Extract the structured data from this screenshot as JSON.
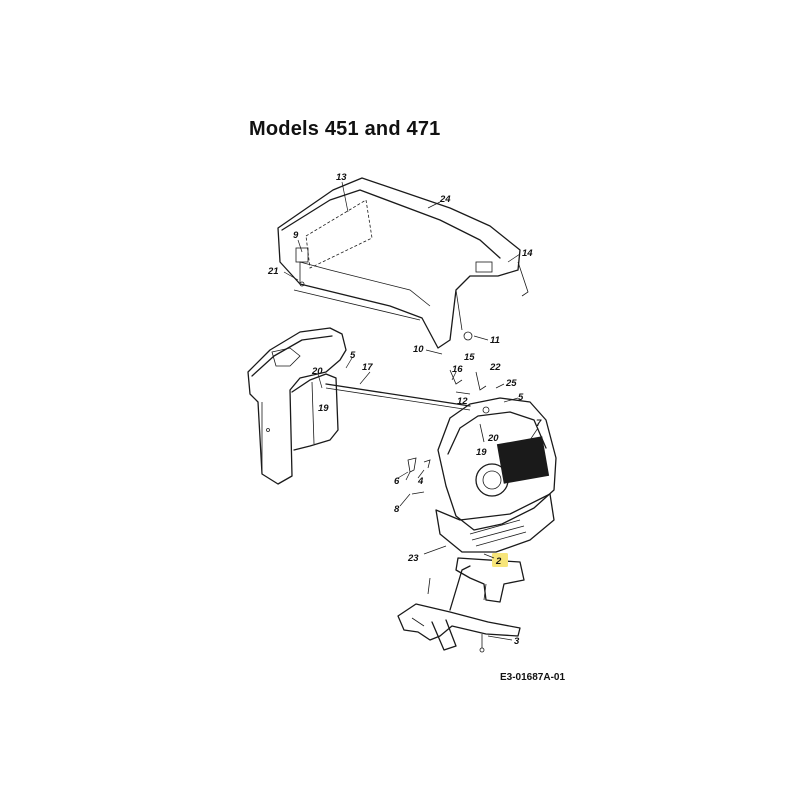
{
  "title": "Models 451 and 471",
  "reference_code": "E3-01687A-01",
  "highlight_color": "#f7e57a",
  "callouts": [
    {
      "id": "c13",
      "label": "13"
    },
    {
      "id": "c24",
      "label": "24"
    },
    {
      "id": "c9",
      "label": "9"
    },
    {
      "id": "c14",
      "label": "14"
    },
    {
      "id": "c21",
      "label": "21"
    },
    {
      "id": "c11",
      "label": "11"
    },
    {
      "id": "c10",
      "label": "10"
    },
    {
      "id": "c15",
      "label": "15"
    },
    {
      "id": "c5a",
      "label": "5"
    },
    {
      "id": "c17",
      "label": "17"
    },
    {
      "id": "c16",
      "label": "16"
    },
    {
      "id": "c22",
      "label": "22"
    },
    {
      "id": "c20a",
      "label": "20"
    },
    {
      "id": "c25",
      "label": "25"
    },
    {
      "id": "c19a",
      "label": "19"
    },
    {
      "id": "c5b",
      "label": "5"
    },
    {
      "id": "c12",
      "label": "12"
    },
    {
      "id": "c7",
      "label": "7"
    },
    {
      "id": "c20b",
      "label": "20"
    },
    {
      "id": "c19b",
      "label": "19"
    },
    {
      "id": "c6",
      "label": "6"
    },
    {
      "id": "c4",
      "label": "4"
    },
    {
      "id": "c8",
      "label": "8"
    },
    {
      "id": "c23",
      "label": "23"
    },
    {
      "id": "c2",
      "label": "2",
      "highlighted": true
    },
    {
      "id": "c3",
      "label": "3"
    }
  ]
}
